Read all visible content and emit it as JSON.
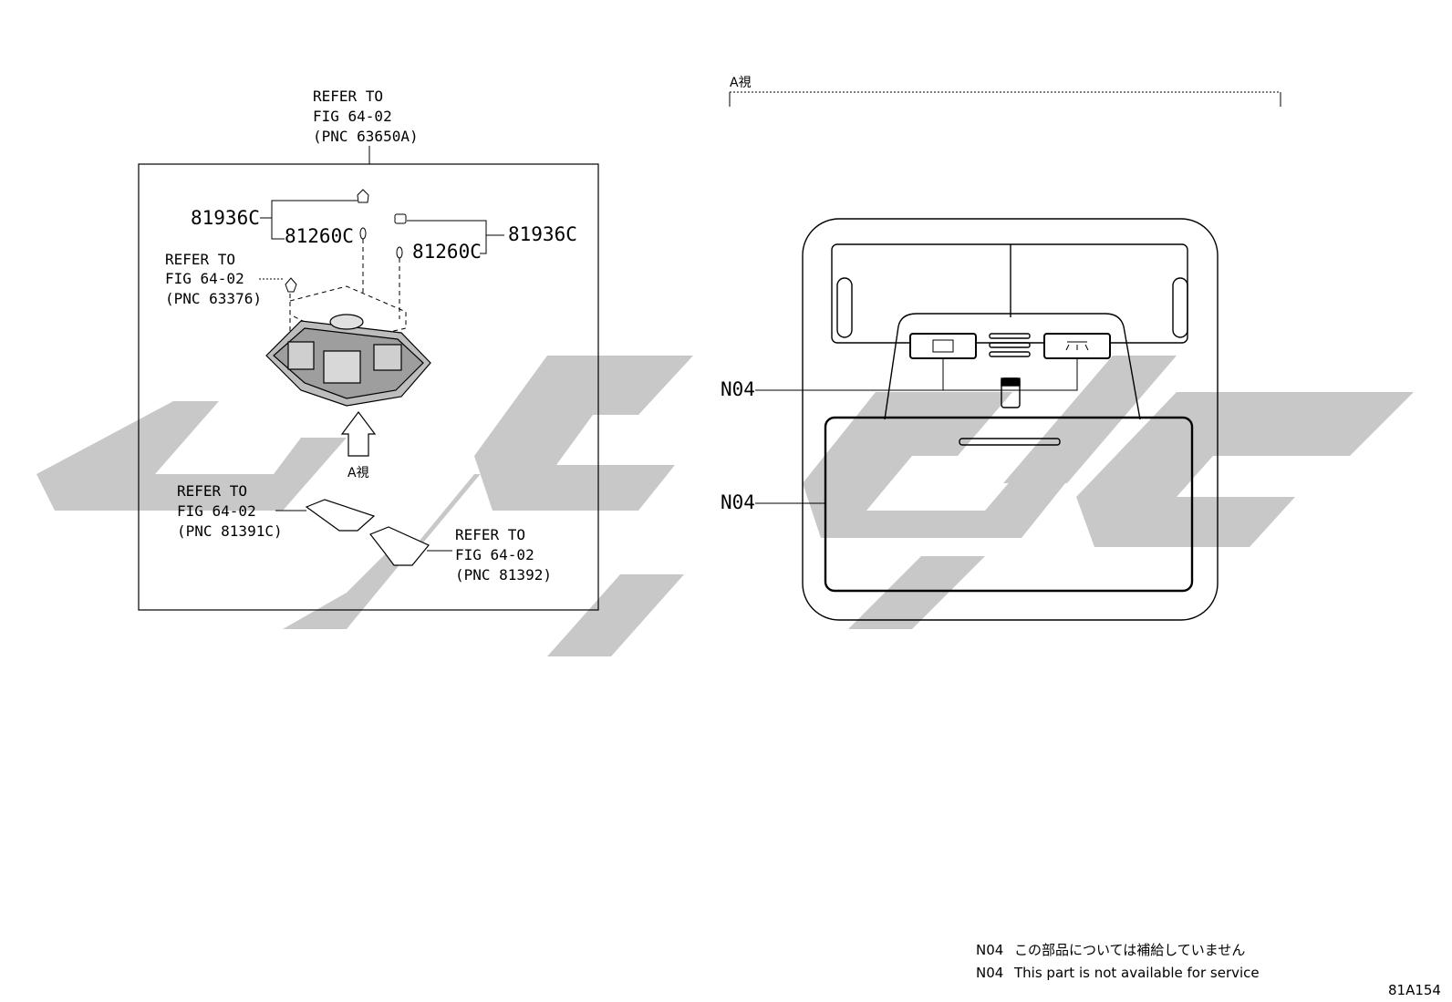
{
  "top_ref": {
    "line1": "REFER TO",
    "line2": "FIG 64-02",
    "line3": "(PNC 63650A)"
  },
  "left_ref": {
    "line1": "REFER TO",
    "line2": "FIG 64-02",
    "line3": "(PNC 63376)"
  },
  "gasket1_ref": {
    "line1": "REFER TO",
    "line2": "FIG 64-02",
    "line3": "(PNC 81391C)"
  },
  "gasket2_ref": {
    "line1": "REFER TO",
    "line2": "FIG 64-02",
    "line3": "(PNC 81392)"
  },
  "parts": {
    "p81936c_left": "81936C",
    "p81260c_left": "81260C",
    "p81936c_right": "81936C",
    "p81260c_right": "81260C"
  },
  "view_label": "A視",
  "view_label_top": "A視",
  "callouts": {
    "n04_upper": "N04",
    "n04_lower": "N04"
  },
  "notes": {
    "line1_code": "N04",
    "line1_text": "この部品については補給していません",
    "line2_code": "N04",
    "line2_text": "This part is not available for service"
  },
  "figure_id": "81A154",
  "colors": {
    "line": "#000000",
    "watermark": "#c8c8c8",
    "part_shade": "#bdbdbd"
  }
}
